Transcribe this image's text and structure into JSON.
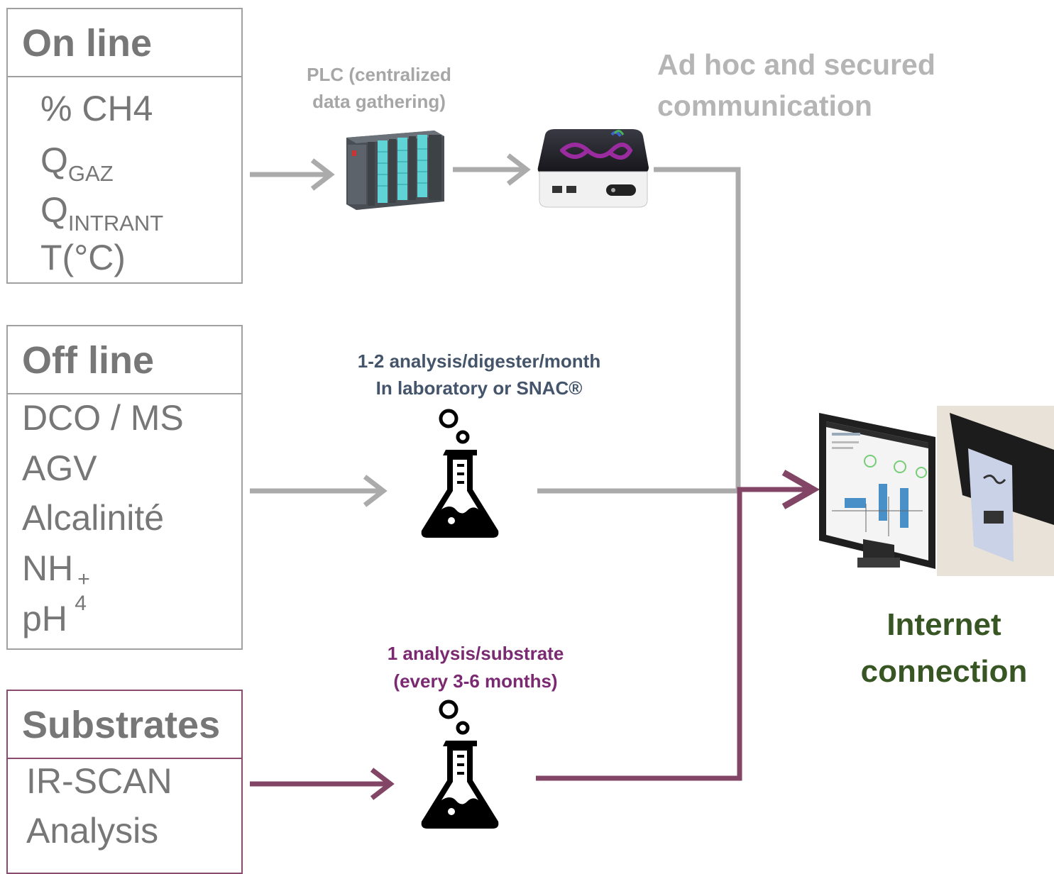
{
  "boxes": {
    "online": {
      "title": "On line",
      "items": [
        "% CH4",
        "Q",
        "GAZ",
        "Q",
        "INTRANT",
        "T(°C)"
      ]
    },
    "offline": {
      "title": "Off line",
      "items": [
        "DCO / MS",
        "AGV",
        "Alcalinité",
        "NH",
        "4",
        "+",
        "pH"
      ]
    },
    "substrates": {
      "title": "Substrates",
      "items": [
        "IR-SCAN",
        "Analysis"
      ]
    }
  },
  "captions": {
    "plc": [
      "PLC (centralized",
      "data gathering)"
    ],
    "adhoc": [
      "Ad hoc and secured",
      "communication"
    ],
    "offline_freq": [
      "1-2 analysis/digester/month",
      "In laboratory or SNAC®"
    ],
    "substrate_freq": [
      "1 analysis/substrate",
      "(every 3-6 months)"
    ],
    "internet": [
      "Internet",
      "connection"
    ]
  },
  "colors": {
    "gray_line": "#ababab",
    "purple_line": "#824566",
    "box_border": "#a0a0a0",
    "offline_caption": "#44546a",
    "substrate_caption": "#7b2a72",
    "internet_caption": "#375623"
  },
  "icons": [
    "plc-controller-icon",
    "gateway-box-icon",
    "lab-flask-icon",
    "monitor-dashboard-icon"
  ]
}
